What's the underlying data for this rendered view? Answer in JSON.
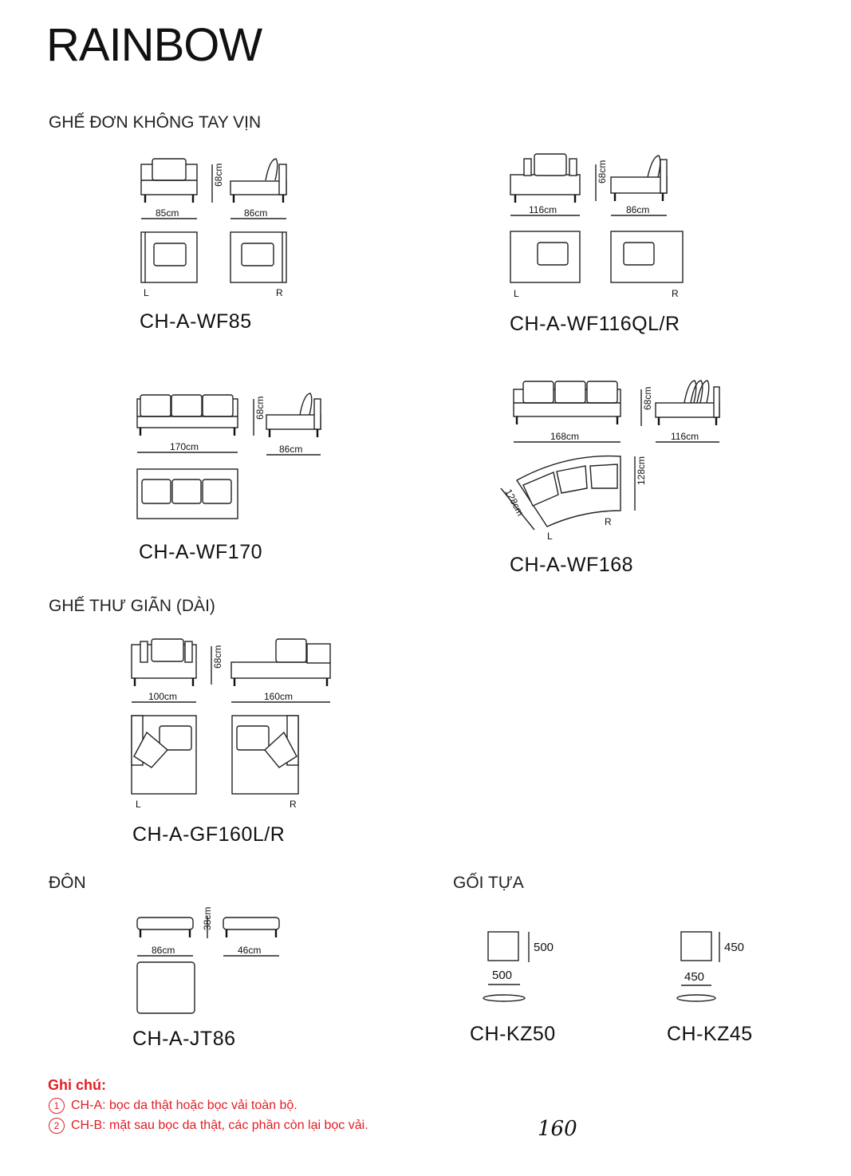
{
  "brand": "RAINBOW",
  "sections": {
    "armless_single": "GHẾ ĐƠN KHÔNG TAY VỊN",
    "lounge": "GHẾ THƯ GIÃN (DÀI)",
    "ottoman": "ĐÔN",
    "cushion": "GỐI TỰA"
  },
  "products": {
    "wf85": {
      "model": "CH-A-WF85",
      "width": "85cm",
      "depth": "86cm",
      "height": "68cm",
      "left": "L",
      "right": "R"
    },
    "wf116": {
      "model": "CH-A-WF116QL/R",
      "width": "116cm",
      "depth": "86cm",
      "height": "68cm",
      "left": "L",
      "right": "R"
    },
    "wf170": {
      "model": "CH-A-WF170",
      "width": "170cm",
      "depth": "86cm",
      "height": "68cm"
    },
    "wf168": {
      "model": "CH-A-WF168",
      "width": "168cm",
      "depth": "116cm",
      "height": "68cm",
      "arc1": "128cm",
      "arc2": "128cm",
      "left": "L",
      "right": "R"
    },
    "gf160": {
      "model": "CH-A-GF160L/R",
      "width": "100cm",
      "length": "160cm",
      "height": "68cm",
      "left": "L",
      "right": "R"
    },
    "jt86": {
      "model": "CH-A-JT86",
      "width": "86cm",
      "depth": "46cm",
      "height": "38cm"
    },
    "kz50": {
      "model": "CH-KZ50",
      "w": "500",
      "h": "500"
    },
    "kz45": {
      "model": "CH-KZ45",
      "w": "450",
      "h": "450"
    }
  },
  "notes": {
    "title": "Ghi chú:",
    "items": [
      {
        "num": "1",
        "text": "CH-A: bọc da thật hoặc bọc vải toàn bộ."
      },
      {
        "num": "2",
        "text": "CH-B: mặt sau bọc da thật, các phần còn lại bọc vải."
      }
    ]
  },
  "page_number": "160"
}
